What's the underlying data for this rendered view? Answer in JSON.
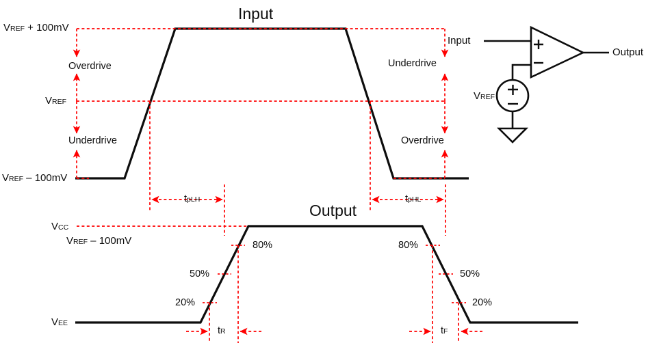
{
  "diagram": {
    "title_input": "Input",
    "title_output": "Output",
    "colors": {
      "wave": "#0d0d0d",
      "guide": "#ff0000",
      "background": "#ffffff"
    }
  },
  "input_plot": {
    "level_labels": [
      {
        "name": "v-ref-plus-100mv",
        "base": "V",
        "sub": "REF",
        "tail": " + 100mV"
      },
      {
        "name": "v-ref",
        "base": "V",
        "sub": "REF",
        "tail": ""
      },
      {
        "name": "v-ref-minus-100mv",
        "base": "V",
        "sub": "REF",
        "tail": " – 100mV"
      }
    ],
    "annotations_left": [
      {
        "name": "overdrive-left",
        "text": "Overdrive"
      },
      {
        "name": "underdrive-left",
        "text": "Underdrive"
      }
    ],
    "annotations_right": [
      {
        "name": "underdrive-right",
        "text": "Underdrive"
      },
      {
        "name": "overdrive-right",
        "text": "Overdrive"
      }
    ]
  },
  "output_plot": {
    "level_labels": [
      {
        "name": "v-cc",
        "base": "V",
        "sub": "CC",
        "tail": ""
      },
      {
        "name": "v-ref-minus-100mv-output",
        "base": "V",
        "sub": "REF",
        "tail": " – 100mV"
      },
      {
        "name": "v-ee",
        "base": "V",
        "sub": "EE",
        "tail": ""
      }
    ],
    "percent_markers_rising": [
      {
        "name": "pct-80-rising",
        "text": "80%"
      },
      {
        "name": "pct-50-rising",
        "text": "50%"
      },
      {
        "name": "pct-20-rising",
        "text": "20%"
      }
    ],
    "percent_markers_falling": [
      {
        "name": "pct-80-falling",
        "text": "80%"
      },
      {
        "name": "pct-50-falling",
        "text": "50%"
      },
      {
        "name": "pct-20-falling",
        "text": "20%"
      }
    ]
  },
  "timing": [
    {
      "name": "t-plh",
      "base": "t",
      "sub": "pLH"
    },
    {
      "name": "t-phl",
      "base": "t",
      "sub": "pHL"
    },
    {
      "name": "t-r",
      "base": "t",
      "sub": "R"
    },
    {
      "name": "t-f",
      "base": "t",
      "sub": "F"
    }
  ],
  "circuit": {
    "input_label": "Input",
    "output_label": "Output",
    "vref_label": {
      "base": "V",
      "sub": "REF"
    },
    "opamp_plus": "+",
    "opamp_minus": "-",
    "source_plus": "+",
    "source_minus": "-"
  }
}
